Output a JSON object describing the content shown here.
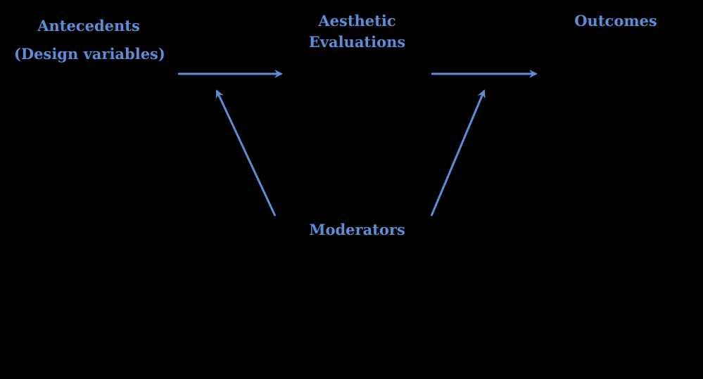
{
  "diagram": {
    "nodes": {
      "antecedents": {
        "line1": "Antecedents",
        "line2": "(Design variables)"
      },
      "aesthetic_evaluations": {
        "line1": "Aesthetic",
        "line2": "Evaluations"
      },
      "outcomes": {
        "label": "Outcomes"
      },
      "moderators": {
        "label": "Moderators"
      }
    },
    "edges": [
      {
        "from": "antecedents",
        "to": "aesthetic_evaluations"
      },
      {
        "from": "aesthetic_evaluations",
        "to": "outcomes"
      },
      {
        "from": "moderators",
        "to": "antecedents-to-aesthetic-edge"
      },
      {
        "from": "moderators",
        "to": "aesthetic-to-outcomes-edge"
      }
    ],
    "colors": {
      "background": "#000000",
      "text": "#5b8ed6",
      "arrow": "#5b8ed6"
    }
  }
}
